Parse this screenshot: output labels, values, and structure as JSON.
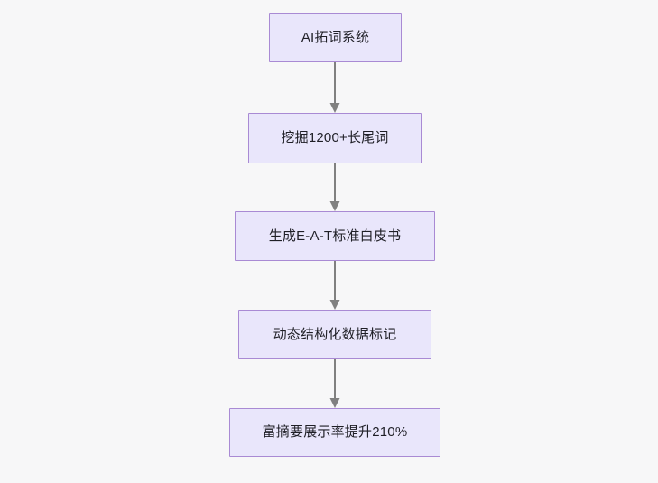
{
  "diagram": {
    "type": "flowchart",
    "direction": "top-to-bottom",
    "background_color": "#f7f7f8",
    "node_fill_color": "#e9e6fb",
    "node_border_color": "#a98ad4",
    "node_text_color": "#1f1f26",
    "edge_color": "#808080",
    "nodes": [
      {
        "id": "n1",
        "label": "AI拓词系统"
      },
      {
        "id": "n2",
        "label": "挖掘1200+长尾词"
      },
      {
        "id": "n3",
        "label": "生成E-A-T标准白皮书"
      },
      {
        "id": "n4",
        "label": "动态结构化数据标记"
      },
      {
        "id": "n5",
        "label": "富摘要展示率提升210%"
      }
    ],
    "edges": [
      {
        "from": "n1",
        "to": "n2",
        "label": ""
      },
      {
        "from": "n2",
        "to": "n3",
        "label": ""
      },
      {
        "from": "n3",
        "to": "n4",
        "label": ""
      },
      {
        "from": "n4",
        "to": "n5",
        "label": ""
      }
    ]
  }
}
